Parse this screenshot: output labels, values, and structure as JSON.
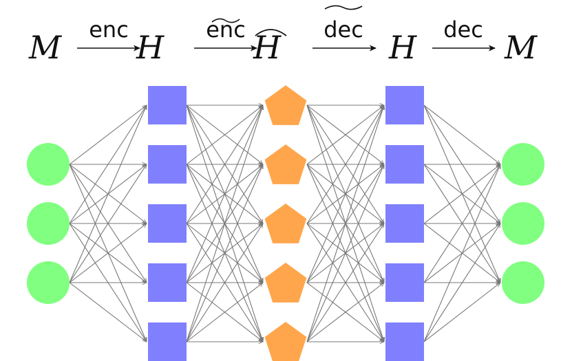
{
  "header": {
    "symbols": [
      "M",
      "H",
      "H",
      "H",
      "M"
    ],
    "operators": [
      "enc",
      "enc",
      "dec",
      "dec"
    ]
  },
  "colors": {
    "input_output_node": "#80ff80",
    "hidden_node": "#8080ff",
    "latent_node": "#ffa64d",
    "edge": "#777777"
  },
  "layers": [
    {
      "role": "input",
      "shape": "circle",
      "count": 3
    },
    {
      "role": "hidden",
      "shape": "square",
      "count": 5
    },
    {
      "role": "latent",
      "shape": "pentagon",
      "count": 5
    },
    {
      "role": "hidden",
      "shape": "square",
      "count": 5
    },
    {
      "role": "output",
      "shape": "circle",
      "count": 3
    }
  ]
}
